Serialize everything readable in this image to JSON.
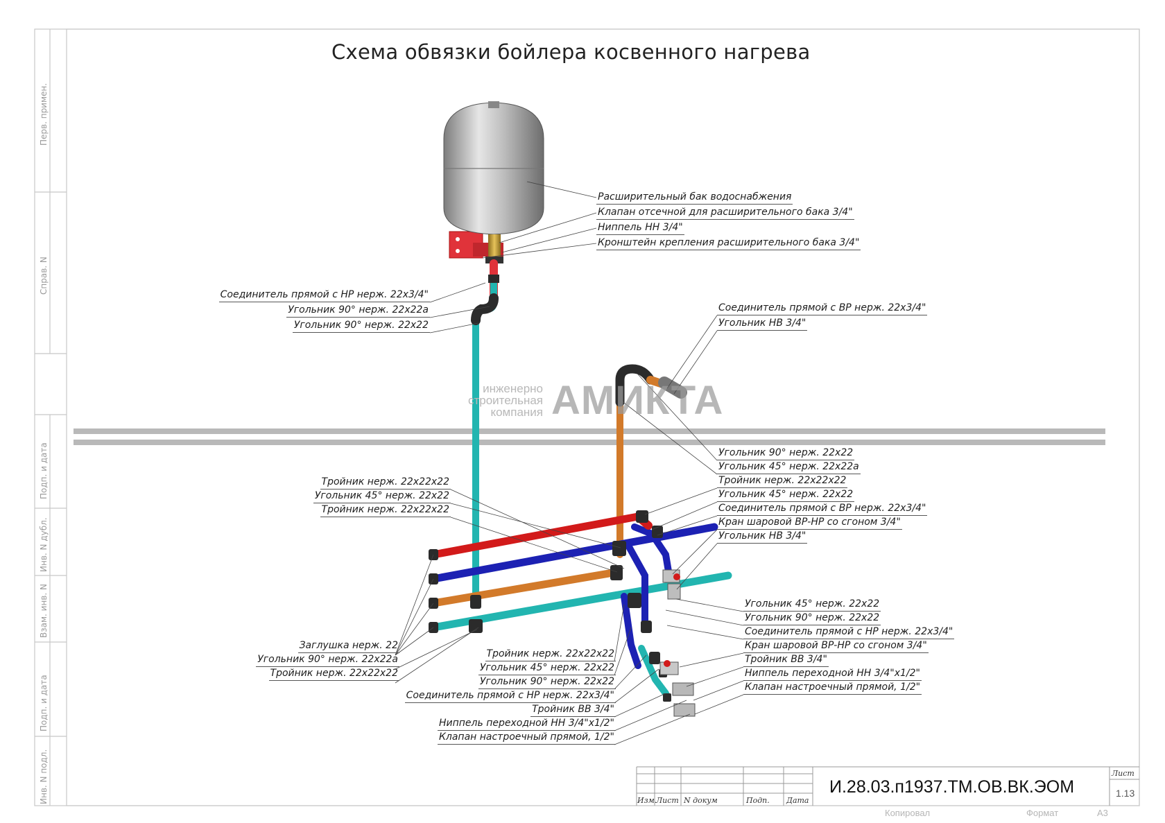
{
  "title": "Схема обвязки бойлера косвенного нагрева",
  "watermark": {
    "line1": "инженерно",
    "line2": "строительная",
    "line3": "компания",
    "brand": "АМИКТА"
  },
  "side_stamps": [
    "Перв. примен.",
    "Справ. N",
    "Подп. и дата",
    "Инв. N дубл.",
    "Взам. инв. N",
    "Подп. и дата",
    "Инв. N подл."
  ],
  "labels_top": [
    "Расширительный бак водоснабжения",
    "Клапан отсечной для расширительного бака 3/4\"",
    "Ниппель НН 3/4\"",
    "Кронштейн крепления расширительного бака 3/4\""
  ],
  "labels_left_upper": [
    "Соединитель прямой с НР нерж. 22x3/4\"",
    "Угольник 90° нерж. 22x22a",
    "Угольник 90° нерж. 22x22"
  ],
  "labels_right_upper": [
    "Соединитель прямой с ВР нерж. 22x3/4\"",
    "Угольник НВ 3/4\""
  ],
  "labels_right_mid": [
    "Угольник 90° нерж. 22x22",
    "Угольник 45° нерж. 22x22a",
    "Тройник нерж. 22x22x22",
    "Угольник 45° нерж. 22x22",
    "Соединитель прямой с ВР нерж. 22x3/4\"",
    "Кран шаровой ВР-НР со сгоном 3/4\"",
    "Угольник НВ 3/4\""
  ],
  "labels_left_mid": [
    "Тройник нерж. 22x22x22",
    "Угольник 45° нерж. 22x22",
    "Тройник нерж. 22x22x22"
  ],
  "labels_left_low": [
    "Заглушка нерж. 22",
    "Угольник 90° нерж. 22x22a",
    "Тройник нерж. 22x22x22"
  ],
  "labels_center_low": [
    "Тройник нерж. 22x22x22",
    "Угольник 45° нерж. 22x22",
    "Угольник 90° нерж. 22x22",
    "Соединитель прямой с НР нерж. 22x3/4\"",
    "Тройник ВВ 3/4\"",
    "Ниппель переходной НН 3/4\"x1/2\"",
    "Клапан настроечный прямой, 1/2\""
  ],
  "labels_right_low": [
    "Угольник 45° нерж. 22x22",
    "Угольник 90° нерж. 22x22",
    "Соединитель прямой с НР нерж. 22x3/4\"",
    "Кран шаровой ВР-НР со сгоном 3/4\"",
    "Тройник ВВ 3/4\"",
    "Ниппель переходной НН 3/4\"x1/2\"",
    "Клапан настроечный прямой, 1/2\""
  ],
  "title_block": {
    "doc_number": "И.28.03.п1937.ТМ.ОВ.ВК.ЭОМ",
    "cols": [
      "Изм.",
      "Лист",
      "N докум",
      "Подп.",
      "Дата"
    ],
    "sheet_label": "Лист",
    "sheet_number": "1.13"
  },
  "footer": {
    "copied": "Копировал",
    "format_label": "Формат",
    "format_value": "А3"
  },
  "colors": {
    "hot": "#d21a1a",
    "cold": "#1c21b3",
    "copper": "#d27a2a",
    "teal": "#22b5b0",
    "fitting": "#2b2b2b",
    "bracket": "#e0333a"
  }
}
